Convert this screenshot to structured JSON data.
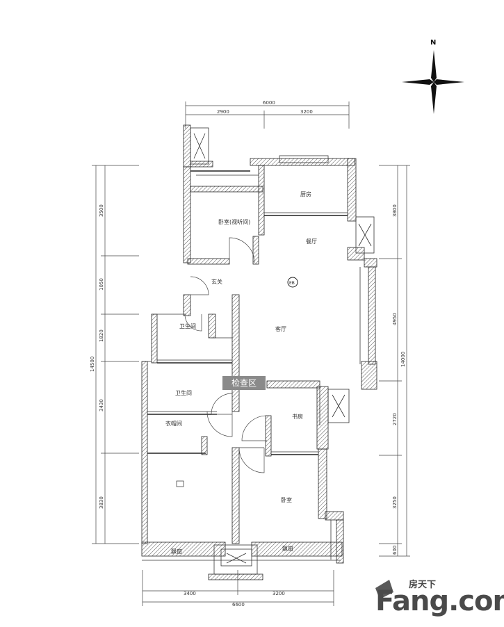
{
  "compass": {
    "north_label": "N"
  },
  "rooms": {
    "kitchen": "厨房",
    "bedroom_study": "卧室(视听间)",
    "dining": "餐厅",
    "entrance": "玄关",
    "living": "客厅",
    "bathroom_1": "卫生间",
    "bathroom_2": "卫生间",
    "cloakroom": "衣帽间",
    "study": "书房",
    "master_bedroom": "卧室",
    "bay_window_1": "飘窗",
    "bay_window_2": "飘窗"
  },
  "dimensions": {
    "top_total": "6000",
    "top_left": "2900",
    "top_right": "3200",
    "left_1": "3500",
    "left_2": "1050",
    "left_3": "1820",
    "left_total": "14500",
    "left_4": "3430",
    "left_5": "3830",
    "right_1": "3800",
    "right_2": "4950",
    "right_total": "14000",
    "right_3": "2720",
    "right_4": "3250",
    "right_5": "600",
    "bottom_left": "3400",
    "bottom_right": "3200",
    "bottom_total": "6600"
  },
  "badges": {
    "inspection_area": "检查区"
  },
  "watermark": {
    "brand_main": "Fang.com",
    "brand_sub": "房天下"
  },
  "colors": {
    "wall": "#222222",
    "hatch": "#555555",
    "badge_bg": "#8a8a8a"
  }
}
